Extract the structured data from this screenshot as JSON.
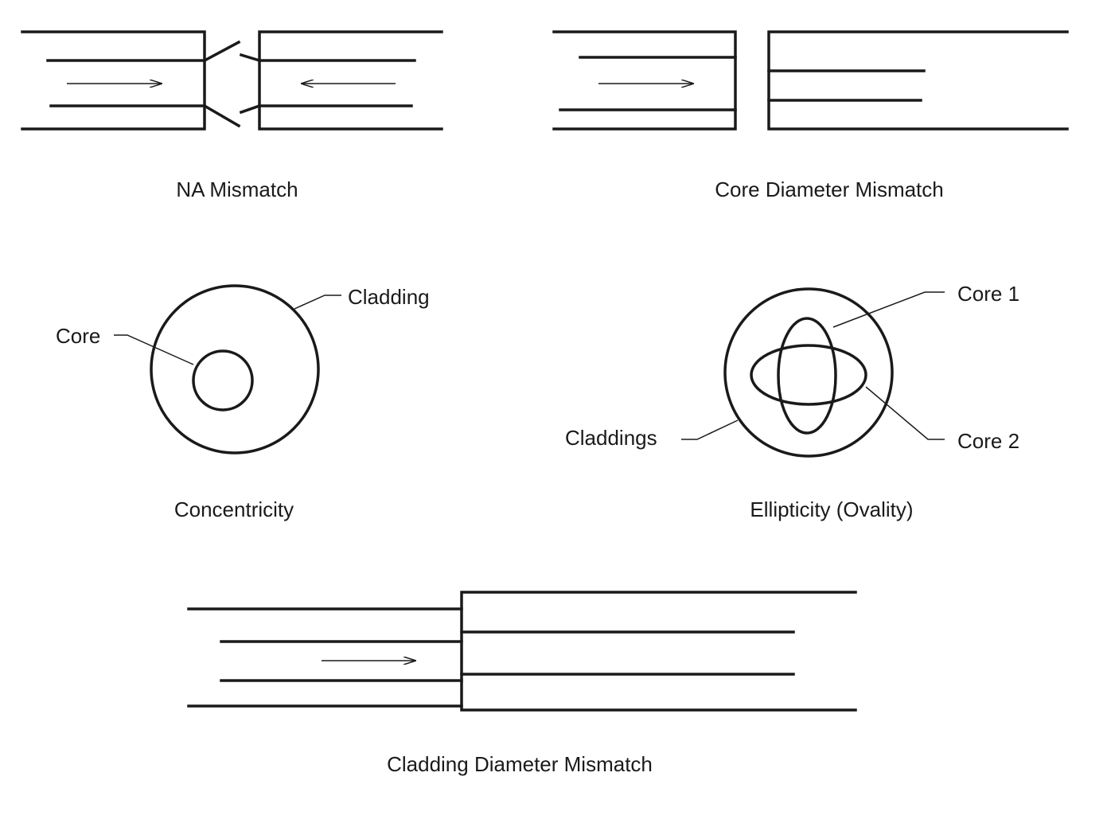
{
  "colors": {
    "ink": "#1a1a1a",
    "background": "#ffffff"
  },
  "panels": {
    "na_mismatch": {
      "caption": "NA Mismatch"
    },
    "core_diameter_mismatch": {
      "caption": "Core Diameter Mismatch"
    },
    "concentricity": {
      "caption": "Concentricity",
      "labels": {
        "cladding": "Cladding",
        "core": "Core"
      }
    },
    "ellipticity": {
      "caption": "Ellipticity (Ovality)",
      "labels": {
        "core1": "Core 1",
        "core2": "Core 2",
        "claddings": "Claddings"
      }
    },
    "cladding_diameter_mismatch": {
      "caption": "Cladding Diameter Mismatch"
    }
  }
}
